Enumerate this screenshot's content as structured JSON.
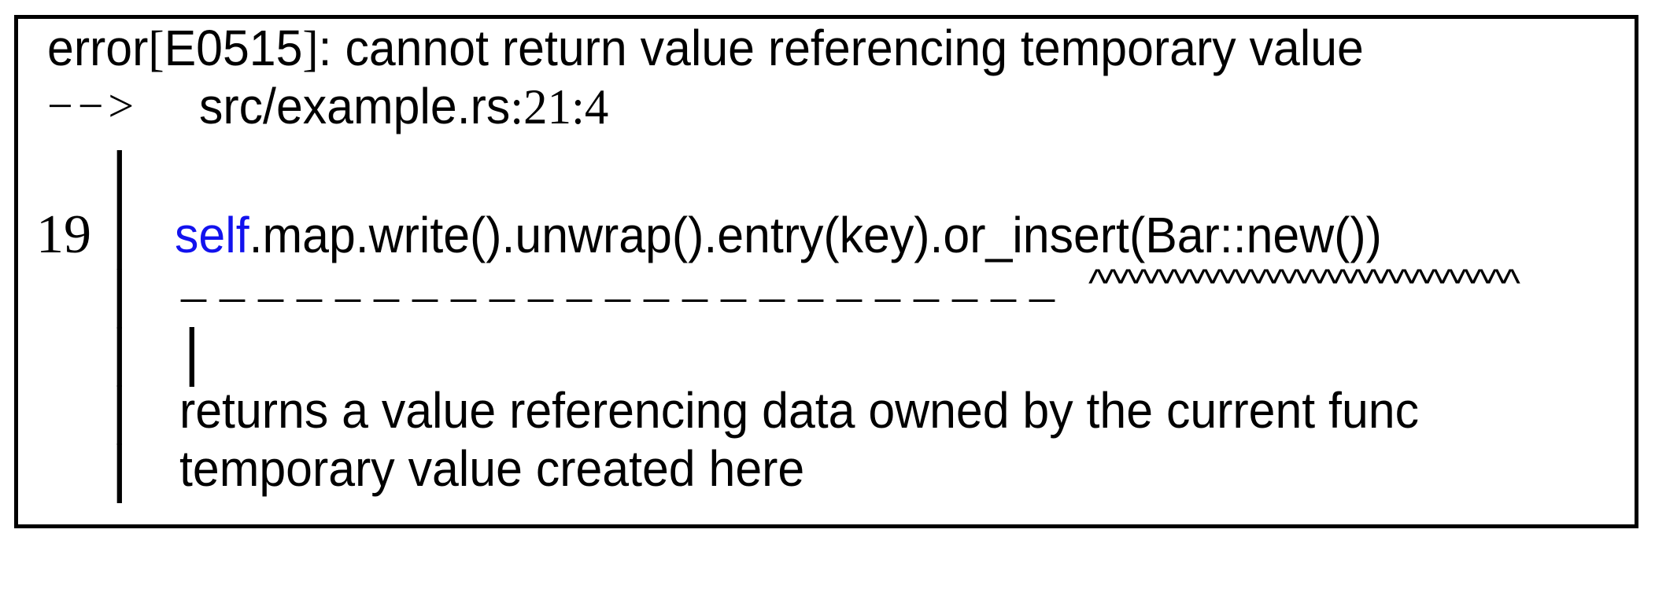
{
  "figure": {
    "background": "#ffffff",
    "border_color": "#000000"
  },
  "error_output": {
    "header": {
      "level": "error",
      "bracket_open": "[",
      "code": "E0515",
      "bracket_close": "]",
      "message": ": cannot return value referencing temporary value"
    },
    "location": {
      "arrow": "−−>",
      "path": "src/example.rs",
      "line_col": ":21:4"
    },
    "gutter": {
      "pipe": "|"
    },
    "code": {
      "line_number": "19",
      "self_keyword": "self",
      "expression": ".map.write().unwrap().entry(key).or_insert(Bar::new())"
    },
    "span_markers": {
      "dashes": "–––––––––––––––––––––––",
      "carets": "^^^^^^^^^^^^^^^^^^^^^^^^^^^^",
      "label_pipe": "|"
    },
    "labels": {
      "returns_label": "returns a value referencing data owned by the current func",
      "temp_label": "temporary value created here"
    },
    "colors": {
      "self_keyword": "#1212ee",
      "text": "#000000"
    }
  }
}
